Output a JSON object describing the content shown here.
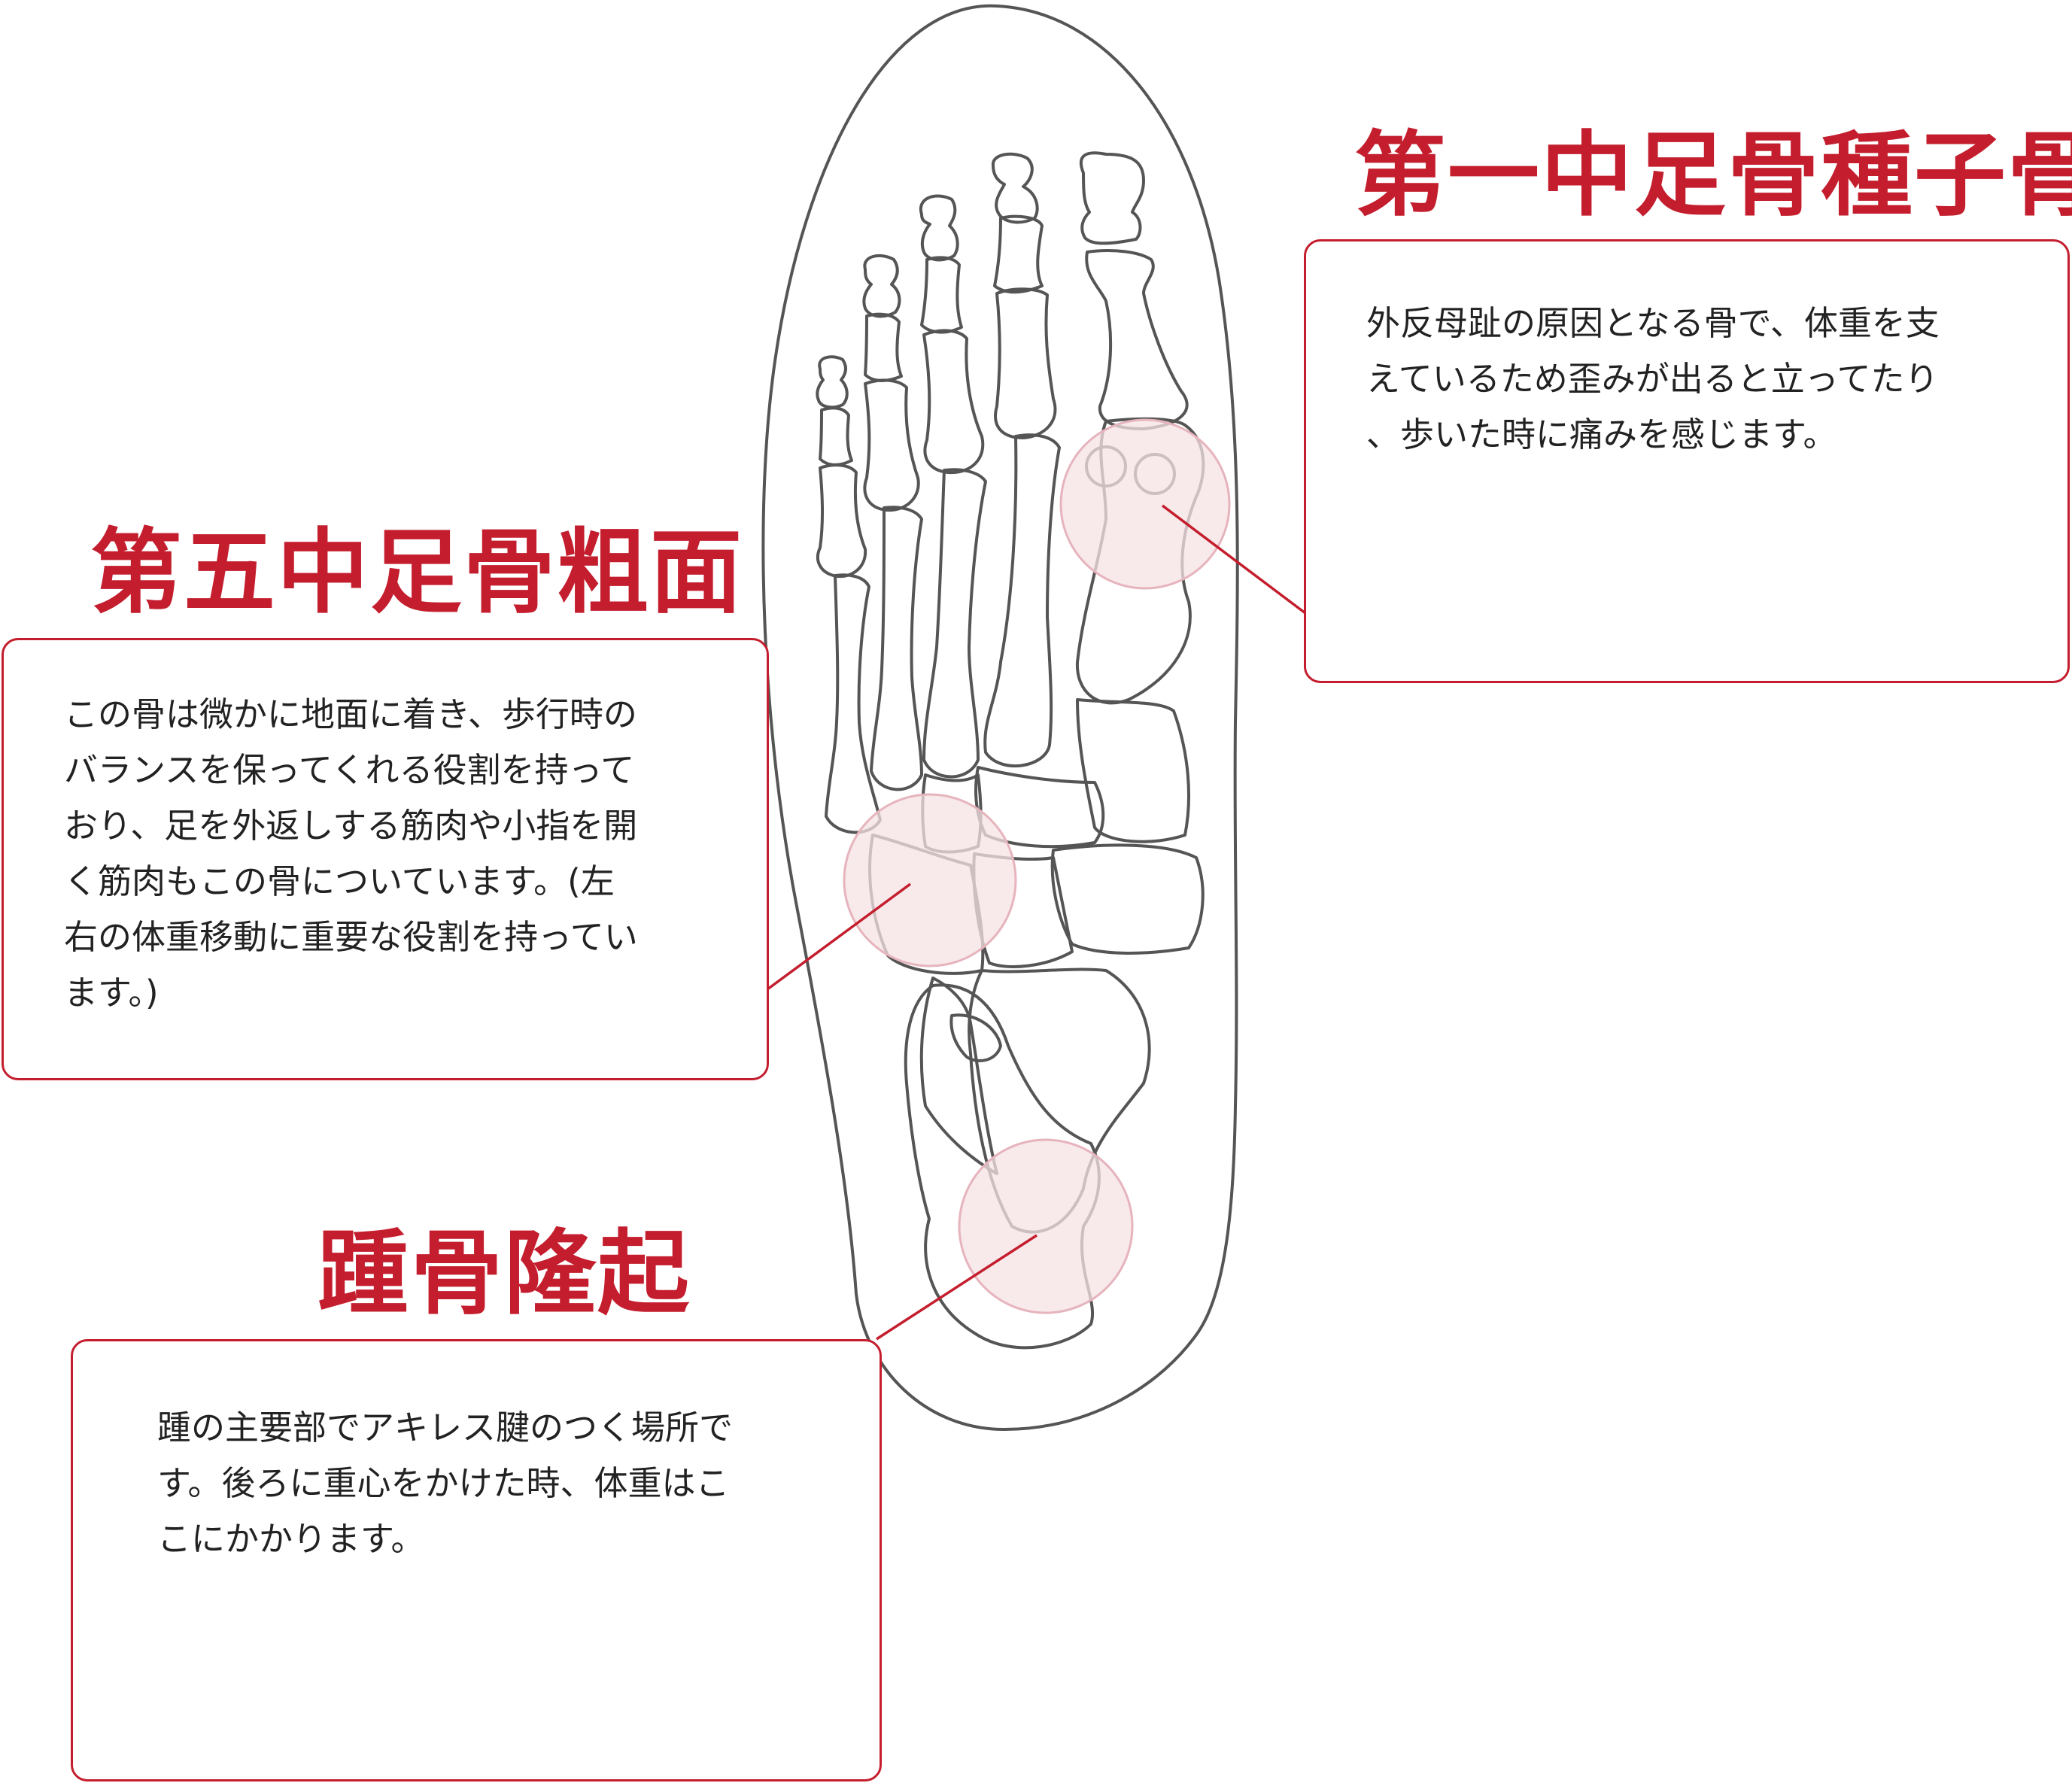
{
  "colors": {
    "accent": "#c41e2e",
    "highlight_fill": "#f6e1e4",
    "highlight_stroke": "#e6b4bc",
    "bone_stroke": "#555555",
    "text": "#222222"
  },
  "callouts": {
    "sesamoid": {
      "title": "第一中足骨種子骨",
      "lines": [
        "外反母趾の原因となる骨で、体重を支",
        "えているため歪みが出ると立ってたり",
        "、歩いた時に痛みを感じます。"
      ]
    },
    "fifth_metatarsal": {
      "title": "第五中足骨粗面",
      "lines": [
        "この骨は微かに地面に着き、歩行時の",
        "バランスを保ってくれる役割を持って",
        "おり、足を外返しする筋肉や小指を開",
        "く筋肉もこの骨についています。(左",
        "右の体重移動に重要な役割を持ってい",
        "ます。)"
      ]
    },
    "calcaneal": {
      "title": "踵骨隆起",
      "lines": [
        "踵の主要部でアキレス腱のつく場所で",
        "す。後ろに重心をかけた時、体重はこ",
        "こにかかります。"
      ]
    }
  }
}
